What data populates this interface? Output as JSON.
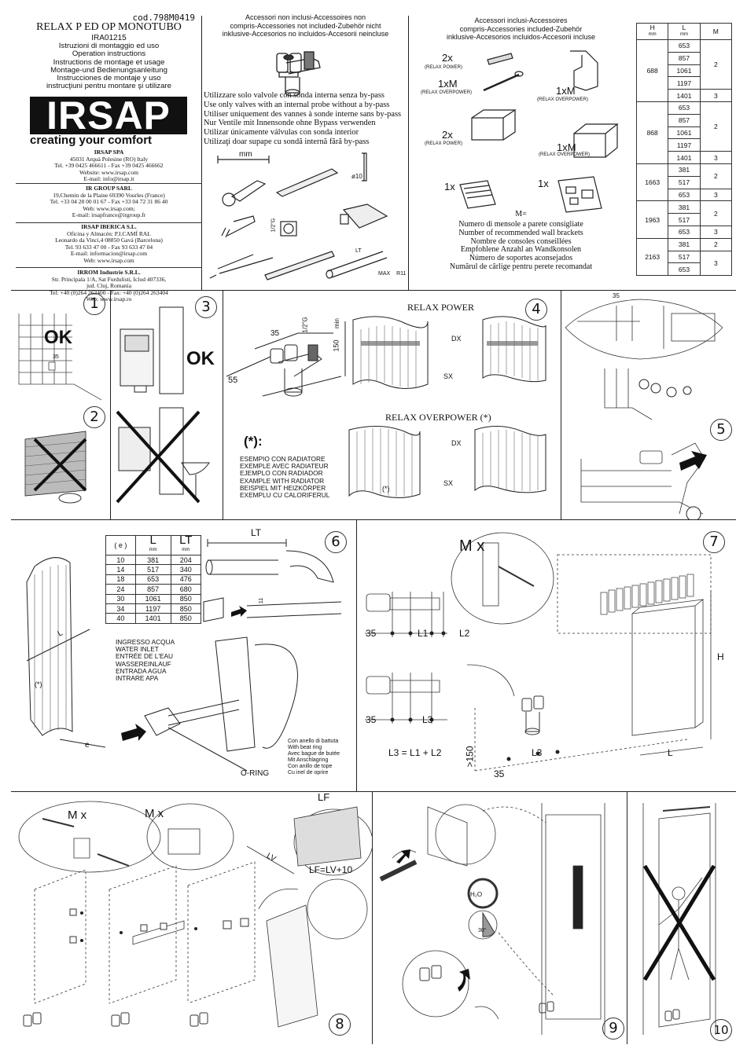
{
  "header": {
    "code": "cod.798M0419",
    "title": "RELAX P ED OP MONOTUBO",
    "code2": "IRA01215",
    "instructions": [
      "Istruzioni di montaggio ed uso",
      "Operation instructions",
      "Instructions de montage et usage",
      "Montage-und Bedienungsanleitung",
      "Instrucciones de montaje y uso",
      "instrucţiuni pentru montare şi utilizare"
    ],
    "logo": "IRSAP",
    "slogan": "creating your comfort"
  },
  "companies": [
    {
      "name": "IRSAP SPA",
      "lines": [
        "45031 Arquà Polesine (RO) Italy",
        "Tel. +39 0425 466611 - Fax +39 0425 466662",
        "Website: www.irsap.com",
        "E-mail: info@irsap.it"
      ]
    },
    {
      "name": "IR GROUP SARL",
      "lines": [
        "19,Chemin de la Plaine 69390 Vourles (France)",
        "Tel. +33 04 28 00 01 67 - Fax +33 04 72 31 86 40",
        "Web: www.irsap.com;",
        "E-mail: irsapfrance@irgroup.fr"
      ]
    },
    {
      "name": "IRSAP IBERICA S.L.",
      "lines": [
        "Oficina y Almacén: P.I.CAMÍ RAL",
        "Leonardo da Vinci,4 08850 Gavà (Barcelona)",
        "Tel. 93 633 47 00 - Fax 93 633 47 04",
        "E-mail: informacion@irsap.com",
        "Web: www.irsap.com"
      ]
    },
    {
      "name": "IRROM Industrie S.R.L.",
      "lines": [
        "Str. Principala 1/A, Sat Furdulisti, Iclod 407336,",
        "jud. Cluj, Romania",
        "Tel: +40 (0)264 263400 - Fax: +40 (0)264 263404",
        "Web: www.irsap.ro"
      ]
    }
  ],
  "not_included": {
    "heading": [
      "Accessori non inclusi-Accessoires non",
      "compris-Accessories not included-Zubehör nicht",
      "inklusive-Accesorios no incluidos-Accesorii neincluse"
    ],
    "notes": [
      "Utilizzare solo valvole con sonda interna senza by-pass",
      "Use only valves with an internal probe without a by-pass",
      "Utiliser uniquement des vannes à sonde interne sans by-pass",
      "Nur Ventile mit Innensonde ohne Bypass verwenden",
      "Utilizar únicamente válvulas con sonda interior",
      "Utilizaţi doar supape cu sondă internă fără by-pass"
    ],
    "labels": {
      "mm": "mm",
      "drill": "ø10",
      "thread": "1/2\"G",
      "lt": "LT",
      "max": "MAX",
      "max_r": "R11"
    }
  },
  "included": {
    "heading": [
      "Accessori inclusi-Accessoires",
      "compris-Accessories included-Zubehör",
      "inklusive-Accesorios incluidos-Accesorii incluse"
    ],
    "items": [
      {
        "qty": "2x",
        "note": "(RELAX POWER)"
      },
      {
        "qty": "1xM",
        "note": "(RELAX OVERPOWER)"
      },
      {
        "qty": "1xM",
        "note": "(RELAX OVERPOWER)"
      },
      {
        "qty": "2x",
        "note": "(RELAX POWER)"
      },
      {
        "qty": "1xM",
        "note": "(RELAX OVERPOWER)"
      },
      {
        "qty": "1x",
        "note": ""
      },
      {
        "qty": "1x",
        "note": ""
      }
    ],
    "m_label": "M=",
    "m_lines": [
      "Numero di mensole a parete consigliate",
      "Number of recommended wall brackets",
      "Nombre de consoles conseillées",
      "Empfohlene Anzahl an Wandkonsolen",
      "Número de soportes aconsejados",
      "Numărul de cârlige pentru perete recomandat"
    ]
  },
  "h_table": {
    "headers": [
      "H",
      "L",
      "M"
    ],
    "units": [
      "mm",
      "mm",
      ""
    ],
    "groups": [
      {
        "h": "688",
        "rows": [
          [
            "653",
            "2"
          ],
          [
            "857",
            ""
          ],
          [
            "1061",
            ""
          ],
          [
            "1197",
            ""
          ],
          [
            "1401",
            "3"
          ]
        ]
      },
      {
        "h": "868",
        "rows": [
          [
            "653",
            "2"
          ],
          [
            "857",
            ""
          ],
          [
            "1061",
            ""
          ],
          [
            "1197",
            ""
          ],
          [
            "1401",
            "3"
          ]
        ]
      },
      {
        "h": "1663",
        "rows": [
          [
            "381",
            "2"
          ],
          [
            "517",
            ""
          ],
          [
            "653",
            "3"
          ]
        ]
      },
      {
        "h": "1963",
        "rows": [
          [
            "381",
            "2"
          ],
          [
            "517",
            ""
          ],
          [
            "653",
            "3"
          ]
        ]
      },
      {
        "h": "2163",
        "rows": [
          [
            "381",
            "2"
          ],
          [
            "517",
            "3"
          ],
          [
            "653",
            ""
          ]
        ]
      }
    ]
  },
  "steps": {
    "s1": "1",
    "s2": "2",
    "s3": "3",
    "s4": "4",
    "s5": "5",
    "s6": "6",
    "s7": "7",
    "s8": "8",
    "s9": "9",
    "s10": "10"
  },
  "step1": {
    "ok": "OK",
    "dim": "35"
  },
  "step3": {
    "ok": "OK"
  },
  "step4": {
    "relax_power": "RELAX POWER",
    "relax_overpower": "RELAX OVERPOWER (*)",
    "dims": {
      "a": "35",
      "b": "55",
      "c": "1/2\"G",
      "d": "150",
      "e": "min"
    },
    "dx": "DX",
    "sx": "SX",
    "asterisk": "(*):",
    "example": [
      "ESEMPIO CON RADIATORE",
      "EXEMPLE AVEC RADIATEUR",
      "EJEMPLO CON RADIADOR",
      "EXAMPLE WITH  RADIATOR",
      "BEISPIEL MIT HEIZKÖRPER",
      "EXEMPLU CU CALORIFERUL"
    ],
    "mark": "(*)"
  },
  "step5": {
    "dim": "35"
  },
  "step6": {
    "table_headers": [
      "( e )",
      "L",
      "LT"
    ],
    "table_units": [
      "",
      "mm",
      "mm"
    ],
    "rows": [
      [
        "10",
        "381",
        "204"
      ],
      [
        "14",
        "517",
        "340"
      ],
      [
        "18",
        "653",
        "476"
      ],
      [
        "24",
        "857",
        "680"
      ],
      [
        "30",
        "1061",
        "850"
      ],
      [
        "34",
        "1197",
        "850"
      ],
      [
        "40",
        "1401",
        "850"
      ]
    ],
    "lt": "LT",
    "l": "L",
    "star": "(*)",
    "e": "e",
    "eleven": "11",
    "water_inlet": [
      "INGRESSO ACQUA",
      "WATER INLET",
      "ENTRÉE DE L'EAU",
      "WASSEREINLAUF",
      "ENTRADA AGUA",
      "INTRARE APA"
    ],
    "oring": "O-RING",
    "beat_ring": [
      "Con anello di battuta",
      "With beat ring",
      "Avec bague de butée",
      "Mit Anschlagring",
      "Con anillo de tope",
      "Cu inel de oprire"
    ]
  },
  "step7": {
    "mx": "M x",
    "l1": "L1",
    "l2": "L2",
    "l3": "L3",
    "d35a": "35",
    "d35b": "35",
    "d35c": "35",
    "formula": "L3 = L1 + L2",
    "h": "H",
    "l": "L",
    "gt150": ">150"
  },
  "step8": {
    "mx1": "M x",
    "mx2": "M x",
    "lf": "LF",
    "lv": "LV",
    "formula": "LF=LV+10"
  },
  "step9": {
    "h2o": "H₂O",
    "angle": "30°"
  }
}
